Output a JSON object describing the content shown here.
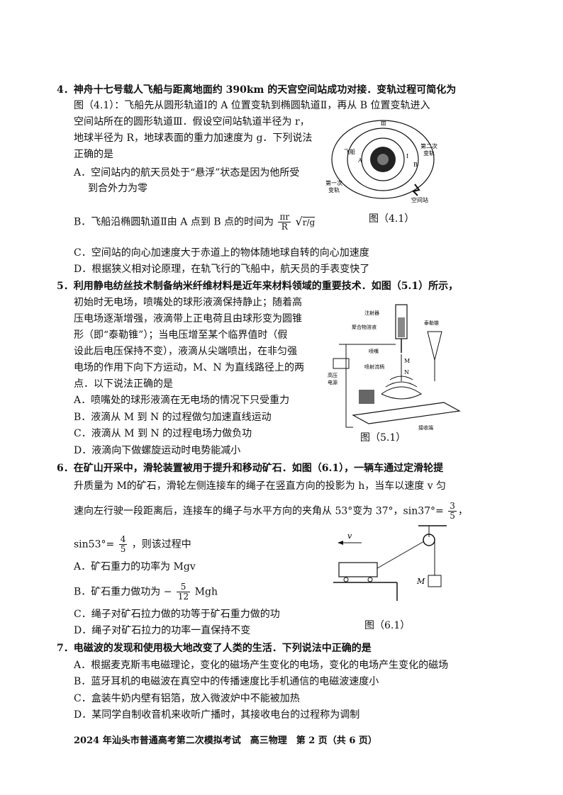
{
  "q4": {
    "stem": [
      "4．神舟十七号载人飞船与距离地面约 390km 的天宫空间站成功对接．变轨过程可简化为",
      "图（4.1）：飞船先从圆形轨道Ⅰ的 A 位置变轨到椭圆轨道Ⅱ，再从 B 位置变轨进入",
      "空间站所在的圆形轨道Ⅲ．假设空间站轨道半径为 r，",
      "地球半径为 R，地球表面的重力加速度为 g．下列说法",
      "正确的是"
    ],
    "A": [
      "A．空间站内的航天员处于“悬浮”状态是因为他所受",
      "到合外力为零"
    ],
    "B_pre": "B．飞船沿椭圆轨道Ⅱ由 A 点到 B 点的时间为",
    "B_frac_num": "πr",
    "B_frac_den": "R",
    "B_sqrt": "r/g",
    "C": "C．空间站的向心加速度大于赤道上的物体随地球自转的向心加速度",
    "D": "D．根据狭义相对论原理，在轨飞行的飞船中，航天员的手表变快了",
    "fig_caption": "图（4.1）",
    "fig_labels": {
      "ship": "飞船",
      "first": "第一次",
      "first2": "变轨",
      "second": "第二次",
      "second2": "变轨",
      "station": "空间站",
      "ring3": "Ⅲ",
      "ring1": "I",
      "A": "A",
      "B": "B"
    }
  },
  "q5": {
    "stem": [
      "5．利用静电纺丝技术制备纳米纤维材料是近年来材料领域的重要技术．如图（5.1）所示，",
      "初始时无电场，喷嘴处的球形液滴保持静止；随着高",
      "压电场逐渐增强，液滴带上正电荷且由球形变为圆锥",
      "形（即“泰勒锥”）；当电压增至某个临界值时（假",
      "设此后电压保持不变），液滴从尖端喷出，在非匀强",
      "电场的作用下向下方运动，M、N 为直线路径上的两",
      "点．以下说法正确的是"
    ],
    "A": "A．喷嘴处的球形液滴在无电场的情况下只受重力",
    "B": "B．液滴从 M 到 N 的过程做匀加速直线运动",
    "C": "C．液滴从 M 到 N 的过程电场力做负功",
    "D": "D．液滴向下做螺旋运动时电势能减小",
    "fig_caption": "图（5.1）",
    "fig_labels": {
      "syringe": "注射器",
      "solution": "聚合物溶液",
      "taylor": "泰勒锥",
      "nozzle": "喷嘴",
      "jet": "喷射流柄",
      "hv1": "高压",
      "hv2": "电源",
      "collector": "接收端",
      "M": "M",
      "N": "N"
    }
  },
  "q6": {
    "stem": [
      "6．在矿山开采中，滑轮装置被用于提升和移动矿石．如图（6.1），一辆车通过定滑轮提",
      "升质量为 M的矿石，滑轮左侧连接车的绳子在竖直方向的投影为 h，当车以速度 v 匀",
      "速向左行驶一段距离后，连接车的绳子与水平方向的夹角从 53°变为 37°，sin37°="
    ],
    "sin37_num": "3",
    "sin37_den": "5",
    "line4_pre": "sin53°=",
    "sin53_num": "4",
    "sin53_den": "5",
    "line4_post": "，则该过程中",
    "A": "A．矿石重力的功率为 Mgv",
    "B_pre": "B．矿石重力做功为 −",
    "B_num": "5",
    "B_den": "12",
    "B_post": "Mgh",
    "C": "C．绳子对矿石拉力做的功等于矿石重力做的功",
    "D": "D．绳子对矿石拉力的功率一直保持不变",
    "fig_caption": "图（6.1）",
    "fig_labels": {
      "v": "v",
      "M": "M"
    }
  },
  "q7": {
    "stem": "7．电磁波的发现和使用极大地改变了人类的生活．下列说法中正确的是",
    "A": "A．根据麦克斯韦电磁理论，变化的磁场产生变化的电场，变化的电场产生变化的磁场",
    "B": "B．蓝牙耳机的电磁波在真空中的传播速度比手机通信的电磁波速度小",
    "C": "C．盒装牛奶内壁有铝箔，放入微波炉中不能被加热",
    "D": "D．某同学自制收音机来收听广播时，其接收电台的过程称为调制"
  },
  "footer": "2024 年汕头市普通高考第二次模拟考试　高三物理　第 2 页（共 6 页）"
}
